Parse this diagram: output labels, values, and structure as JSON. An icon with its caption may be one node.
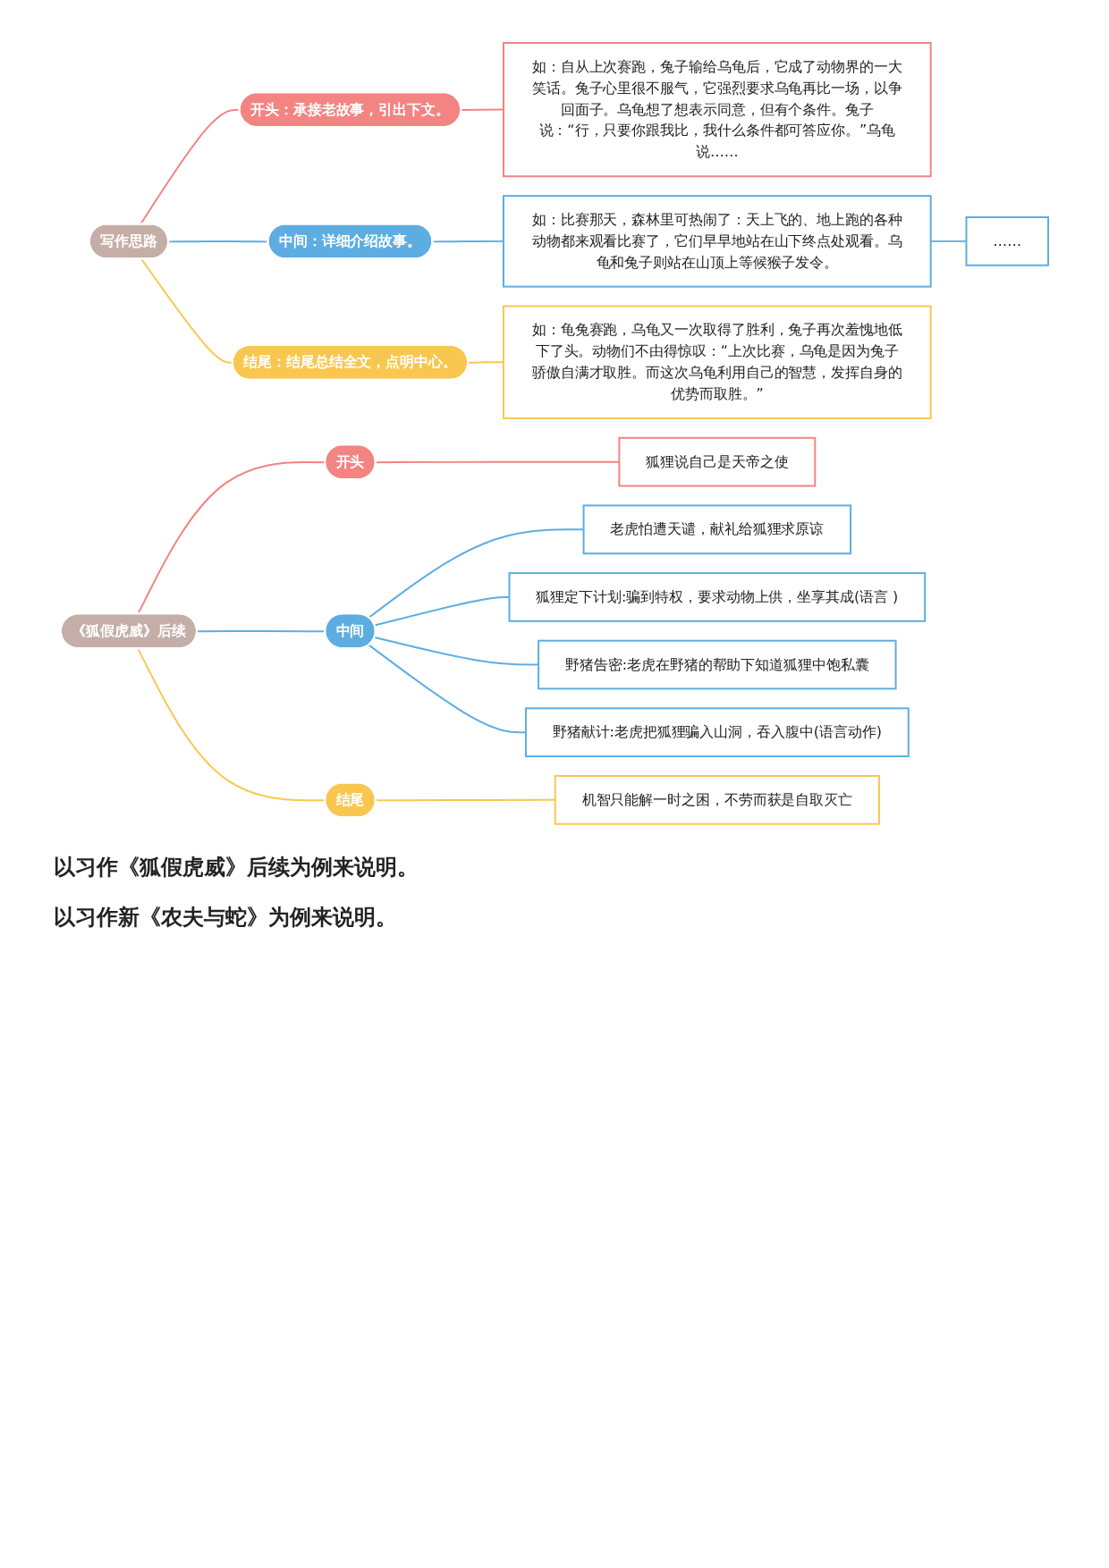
{
  "diagram": {
    "nodes": [
      {
        "text": [
          "写作思路"
        ]
      },
      {
        "text": [
          "开头：承接老故事，引出下文。"
        ]
      },
      {
        "text": [
          "如：自从上次赛跑，兔子输给乌龟后，它成了动物界的一大笑话。兔子心里很不服气，它强烈要求乌龟再比一场，以争回面子。乌龟想了想表示同意，但有个条件。兔子说：“行，只要你跟我比，我什么条件都可答应你。”乌龟说……"
        ]
      },
      {
        "text": [
          "中间：详细介绍故事。"
        ]
      },
      {
        "text": [
          "如：比赛那天，森林里可热闹了：天上飞的、地上跑的各种动物都来观看比赛了，它们早早地站在山下终点处观看。乌龟和兔子则站在山顶上等候猴子发令。"
        ]
      },
      {
        "text": [
          "……"
        ]
      },
      {
        "text": [
          "结尾：结尾总结全文，点明中心。"
        ]
      },
      {
        "text": [
          "如：龟兔赛跑，乌龟又一次取得了胜利，兔子再次羞愧地低下了头。动物们不由得惊叹：“上次比赛，乌龟是因为兔子骄傲自满才取胜。而这次乌龟利用自己的智慧，发挥自身的优势而取胜。”"
        ]
      },
      {
        "text": [
          "《狐假虎威》后续"
        ]
      },
      {
        "text": [
          "开头"
        ]
      },
      {
        "text": [
          "狐狸说自己是天帝之使"
        ]
      },
      {
        "text": [
          "中间"
        ]
      },
      {
        "text": [
          "老虎怕遭天谴，献礼给狐狸求原谅"
        ]
      },
      {
        "text": [
          "狐狸定下计划:骗到特权，要求动物上供，坐享其成(语言 )"
        ]
      },
      {
        "text": [
          "野猪告密:老虎在野猪的帮助下知道狐狸中饱私囊"
        ]
      },
      {
        "text": [
          "野猪献计:老虎把狐狸骗入山洞，吞入腹中(语言动作)"
        ]
      },
      {
        "text": [
          "结尾"
        ]
      },
      {
        "text": [
          "机智只能解一时之困，不劳而获是自取灭亡"
        ]
      }
    ],
    "edges": [
      {
        "from": 0,
        "to": 1,
        "arrow": "none",
        "color": "#f28482"
      },
      {
        "from": 1,
        "to": 2,
        "arrow": "none",
        "color": "#f28482"
      },
      {
        "from": 0,
        "to": 3,
        "arrow": "none"
      },
      {
        "from": 3,
        "to": 4,
        "arrow": "none"
      },
      {
        "from": 4,
        "to": 5,
        "arrow": "none"
      },
      {
        "from": 0,
        "to": 6,
        "arrow": "none",
        "color": "#f9c74f"
      },
      {
        "from": 6,
        "to": 7,
        "arrow": "none",
        "color": "#f9c74f"
      },
      {
        "from": 8,
        "to": 9,
        "arrow": "none",
        "color": "#f28482"
      },
      {
        "from": 9,
        "to": 10,
        "arrow": "none",
        "color": "#f28482"
      },
      {
        "from": 8,
        "to": 11,
        "arrow": "none"
      },
      {
        "from": 11,
        "to": 12,
        "arrow": "none"
      },
      {
        "from": 11,
        "to": 13,
        "arrow": "none"
      },
      {
        "from": 11,
        "to": 14,
        "arrow": "none"
      },
      {
        "from": 11,
        "to": 15,
        "arrow": "none"
      },
      {
        "from": 8,
        "to": 16,
        "arrow": "none",
        "color": "#f9c74f"
      },
      {
        "from": 16,
        "to": 17,
        "arrow": "none",
        "color": "#f9c74f"
      }
    ],
    "labels": [
      "以习作《狐假虎威》后续为例来说明。",
      "以习作新《农夫与蛇》为例来说明。"
    ]
  }
}
